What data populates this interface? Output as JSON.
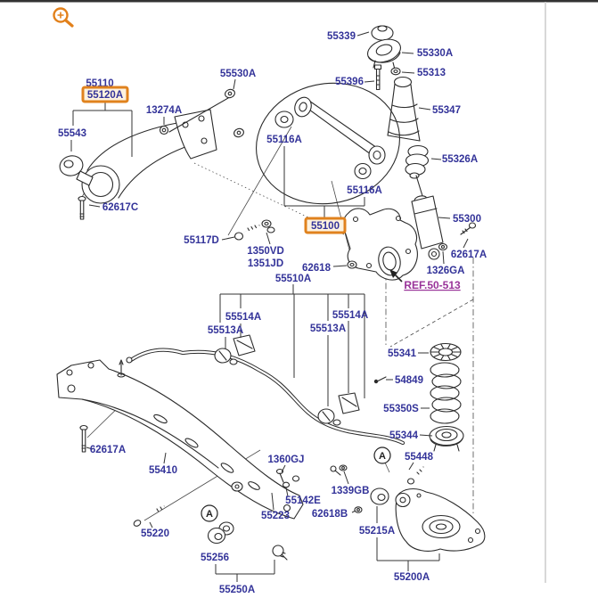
{
  "header": {
    "zoom_icon": "magnifier-plus",
    "top_border_color": "#333333",
    "divider_color": "#cccccc"
  },
  "colors": {
    "label_text": "#333399",
    "ref_text": "#993399",
    "highlight_border": "#e0821e",
    "highlight_fill": "#fdf2df",
    "line_art": "#2b2b2b",
    "background": "#ffffff"
  },
  "diagram": {
    "type": "exploded-parts-diagram",
    "highlighted_parts": [
      "55120A",
      "55100"
    ],
    "callouts": {
      "c55339": "55339",
      "c55330a": "55330A",
      "c55396": "55396",
      "c55313": "55313",
      "c55347": "55347",
      "c55326a": "55326A",
      "c55300": "55300",
      "c62617a_r": "62617A",
      "c1326ga": "1326GA",
      "cref": "REF.50-513",
      "c55530a": "55530A",
      "c55110": "55110",
      "c55120a": "55120A",
      "c13274a": "13274A",
      "c55543": "55543",
      "c62617c": "62617C",
      "c55116a_1": "55116A",
      "c55116a_2": "55116A",
      "c55100": "55100",
      "c55117d": "55117D",
      "c1350vd": "1350VD",
      "c1351jd": "1351JD",
      "c62618": "62618",
      "c55510a": "55510A",
      "c55514a_l": "55514A",
      "c55513a_l": "55513A",
      "c55514a_r": "55514A",
      "c55513a_r": "55513A",
      "c55341": "55341",
      "c54849": "54849",
      "c55350s": "55350S",
      "c55344": "55344",
      "c55448": "55448",
      "c62617a_l": "62617A",
      "c55410": "55410",
      "c1360gj": "1360GJ",
      "c55142e": "55142E",
      "c55223": "55223",
      "c62618b": "62618B",
      "c1339gb": "1339GB",
      "c55220": "55220",
      "c55256": "55256",
      "c55250a": "55250A",
      "c55215a": "55215A",
      "c55200a": "55200A"
    },
    "detail_markers": {
      "left": "A",
      "right": "A"
    }
  }
}
